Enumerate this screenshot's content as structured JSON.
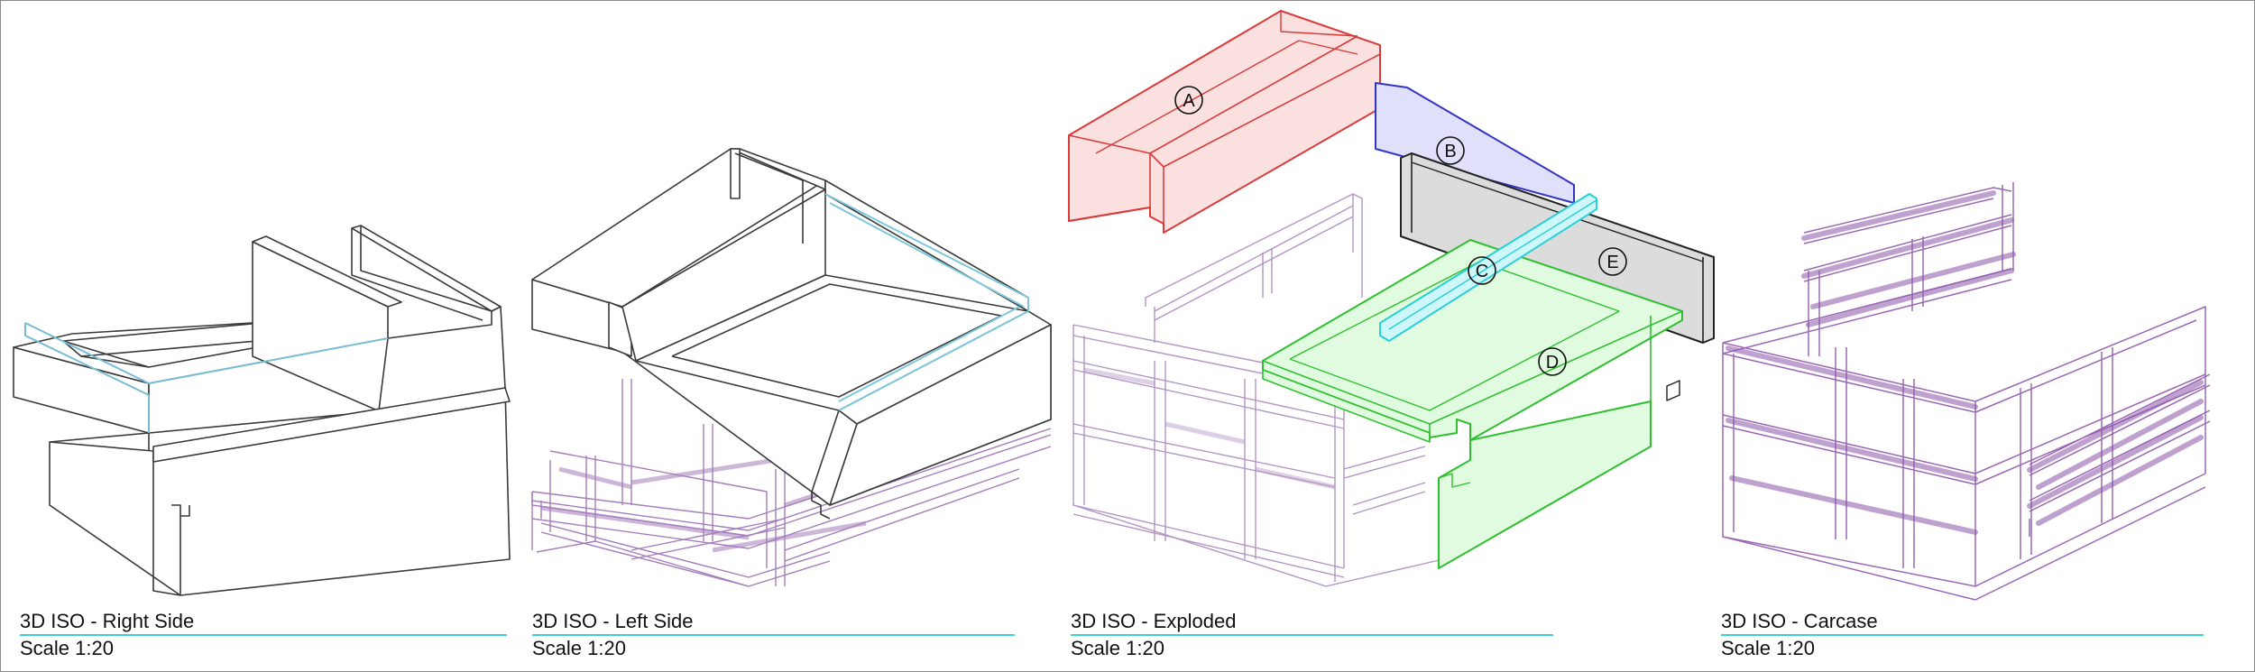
{
  "sheet": {
    "views": [
      {
        "id": "right",
        "name": "3D ISO - Right Side",
        "scale": "Scale 1:20"
      },
      {
        "id": "left",
        "name": "3D ISO - Left Side",
        "scale": "Scale 1:20"
      },
      {
        "id": "exploded",
        "name": "3D ISO - Exploded",
        "scale": "Scale 1:20"
      },
      {
        "id": "carcase",
        "name": "3D ISO - Carcase",
        "scale": "Scale 1:20"
      }
    ],
    "callouts": {
      "a": "A",
      "b": "B",
      "c": "C",
      "d": "D",
      "e": "E"
    }
  },
  "colors": {
    "outline": "#3a3a3a",
    "frame": "#9c6fb0",
    "part_a": "#d93a3a",
    "part_b": "#3434c4",
    "part_c": "#2ccfd8",
    "part_d": "#2ec02e",
    "part_e": "#222222",
    "title_rule": "#3fd0dc"
  }
}
